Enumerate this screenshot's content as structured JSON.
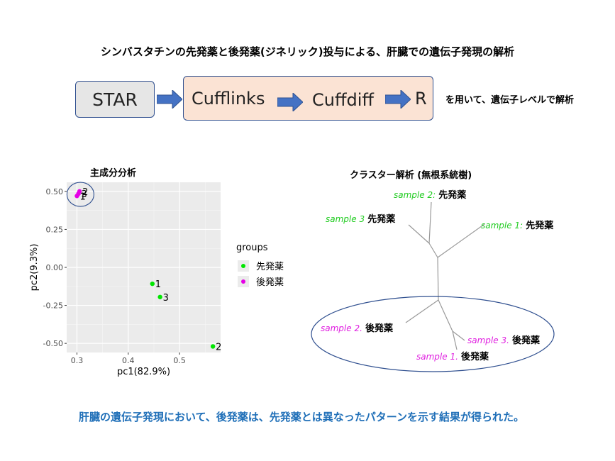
{
  "title": "シンバスタチンの先発薬と後発薬(ジネリック)投与による、肝臓での遺伝子発現の解析",
  "pipeline": {
    "steps": [
      "STAR",
      "Cufflinks",
      "Cuffdiff",
      "R"
    ],
    "note": "を用いて、遺伝子レベルで解析"
  },
  "pca": {
    "title": "主成分分析",
    "legend": {
      "title": "groups",
      "items": [
        {
          "label": "先発薬",
          "color": "#00e600"
        },
        {
          "label": "後発薬",
          "color": "#e600e6"
        }
      ]
    }
  },
  "tree": {
    "title": "クラスター解析 (無根系統樹)",
    "leaves": [
      {
        "sample": "sample 2:",
        "group": "先発薬",
        "color": "#22cc22"
      },
      {
        "sample": "sample 3",
        "group": "先発薬",
        "color": "#22cc22"
      },
      {
        "sample": "sample 1:",
        "group": "先発薬",
        "color": "#22cc22"
      },
      {
        "sample": "sample 2.",
        "group": "後発薬",
        "color": "#e020e0"
      },
      {
        "sample": "sample 3.",
        "group": "後発薬",
        "color": "#e020e0"
      },
      {
        "sample": "sample 1.",
        "group": "後発薬",
        "color": "#e020e0"
      }
    ]
  },
  "chart_data": {
    "type": "scatter",
    "title": "",
    "xlabel": "pc1(82.9%)",
    "ylabel": "pc2(9.3%)",
    "xlim": [
      0.28,
      0.58
    ],
    "ylim": [
      -0.56,
      0.56
    ],
    "xticks": [
      0.3,
      0.4,
      0.5
    ],
    "xtick_labels": [
      "0.3",
      "0.4",
      "0.5"
    ],
    "yticks": [
      -0.5,
      -0.25,
      0.0,
      0.25,
      0.5
    ],
    "ytick_labels": [
      "-0.50",
      "-0.25",
      "0.00",
      "0.25",
      "0.50"
    ],
    "grid": true,
    "legend_position": "right",
    "series": [
      {
        "name": "先発薬",
        "color": "#00e600",
        "points": [
          {
            "x": 0.447,
            "y": -0.108,
            "label": "1"
          },
          {
            "x": 0.565,
            "y": -0.52,
            "label": "2"
          },
          {
            "x": 0.462,
            "y": -0.195,
            "label": "3"
          }
        ]
      },
      {
        "name": "後発薬",
        "color": "#e600e6",
        "points": [
          {
            "x": 0.3,
            "y": 0.47,
            "label": "1"
          },
          {
            "x": 0.305,
            "y": 0.5,
            "label": "2"
          },
          {
            "x": 0.303,
            "y": 0.485,
            "label": "3"
          }
        ]
      }
    ]
  },
  "conclusion": "肝臓の遺伝子発現において、後発薬は、先発薬とは異なったパターンを示す結果が得られた。"
}
